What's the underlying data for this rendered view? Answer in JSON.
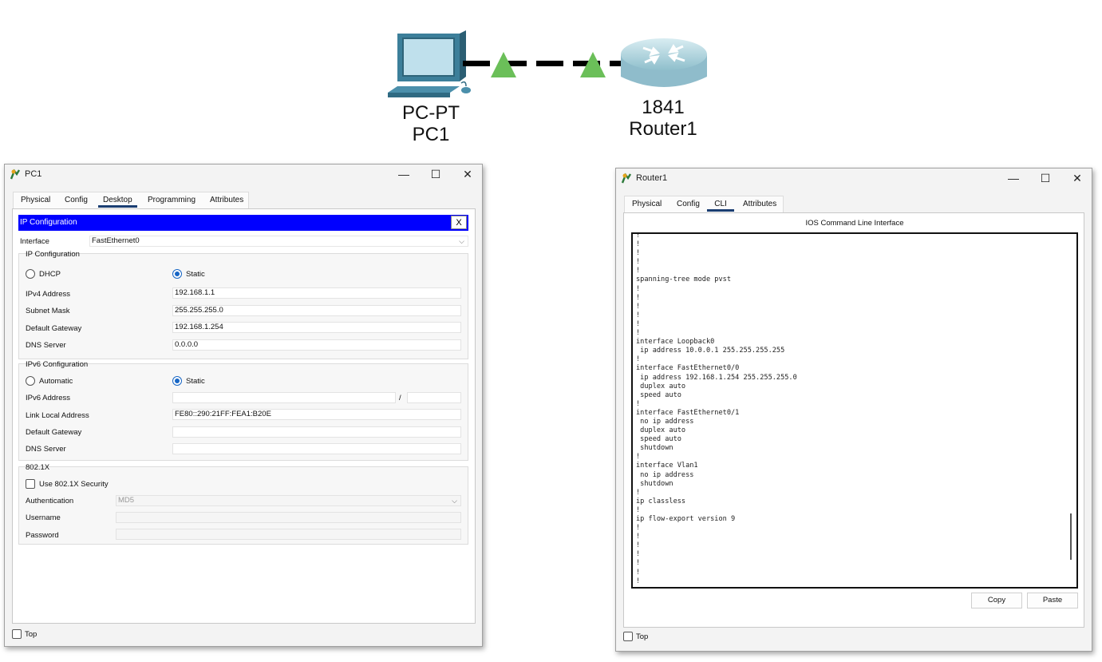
{
  "topology": {
    "pc": {
      "model": "PC-PT",
      "name": "PC1"
    },
    "router": {
      "model": "1841",
      "name": "Router1"
    },
    "link_color": "#000000",
    "link_light_color": "#5cb85c"
  },
  "pc_window": {
    "title": "PC1",
    "tabs": [
      "Physical",
      "Config",
      "Desktop",
      "Programming",
      "Attributes"
    ],
    "active_tab": "Desktop",
    "header": "IP Configuration",
    "close_label": "X",
    "interface_label": "Interface",
    "interface_value": "FastEthernet0",
    "ipv4": {
      "group_title": "IP Configuration",
      "dhcp_label": "DHCP",
      "static_label": "Static",
      "selected": "Static",
      "rows": [
        {
          "label": "IPv4 Address",
          "value": "192.168.1.1"
        },
        {
          "label": "Subnet Mask",
          "value": "255.255.255.0"
        },
        {
          "label": "Default Gateway",
          "value": "192.168.1.254"
        },
        {
          "label": "DNS Server",
          "value": "0.0.0.0"
        }
      ]
    },
    "ipv6": {
      "group_title": "IPv6 Configuration",
      "auto_label": "Automatic",
      "static_label": "Static",
      "selected": "Static",
      "address_label": "IPv6 Address",
      "address_value": "",
      "prefix_sep": "/",
      "prefix_value": "",
      "rows": [
        {
          "label": "Link Local Address",
          "value": "FE80::290:21FF:FEA1:B20E"
        },
        {
          "label": "Default Gateway",
          "value": ""
        },
        {
          "label": "DNS Server",
          "value": ""
        }
      ]
    },
    "dot1x": {
      "group_title": "802.1X",
      "use_label": "Use 802.1X Security",
      "checked": false,
      "auth_label": "Authentication",
      "auth_value": "MD5",
      "username_label": "Username",
      "username_value": "",
      "password_label": "Password",
      "password_value": ""
    },
    "top_label": "Top"
  },
  "router_window": {
    "title": "Router1",
    "tabs": [
      "Physical",
      "Config",
      "CLI",
      "Attributes"
    ],
    "active_tab": "CLI",
    "cli_title": "IOS Command Line Interface",
    "cli_lines": [
      "!",
      "!",
      "!",
      "!",
      "!",
      "spanning-tree mode pvst",
      "!",
      "!",
      "!",
      "!",
      "!",
      "!",
      "interface Loopback0",
      " ip address 10.0.0.1 255.255.255.255",
      "!",
      "interface FastEthernet0/0",
      " ip address 192.168.1.254 255.255.255.0",
      " duplex auto",
      " speed auto",
      "!",
      "interface FastEthernet0/1",
      " no ip address",
      " duplex auto",
      " speed auto",
      " shutdown",
      "!",
      "interface Vlan1",
      " no ip address",
      " shutdown",
      "!",
      "ip classless",
      "!",
      "ip flow-export version 9",
      "!",
      "!",
      "!",
      "!",
      "!",
      "!",
      "!"
    ],
    "copy_label": "Copy",
    "paste_label": "Paste",
    "top_label": "Top"
  },
  "window_controls": {
    "minimize": "—",
    "maximize": "☐",
    "close": "✕"
  }
}
